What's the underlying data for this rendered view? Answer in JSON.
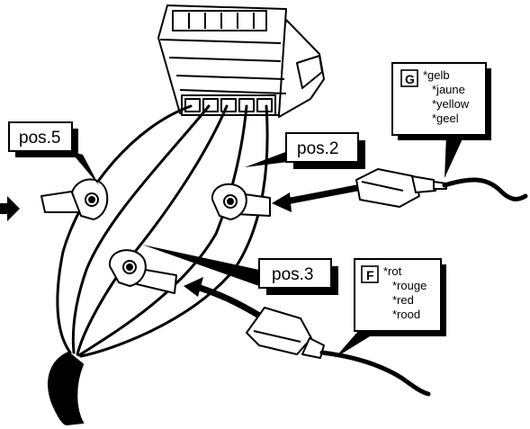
{
  "callouts": {
    "pos5": "pos.5",
    "pos2": "pos.2",
    "pos3": "pos.3"
  },
  "legend_g": {
    "key": "G",
    "colors": [
      "*gelb",
      "*jaune",
      "*yellow",
      "*geel"
    ]
  },
  "legend_f": {
    "key": "F",
    "colors": [
      "*rot",
      "*rouge",
      "*red",
      "*rood"
    ]
  }
}
